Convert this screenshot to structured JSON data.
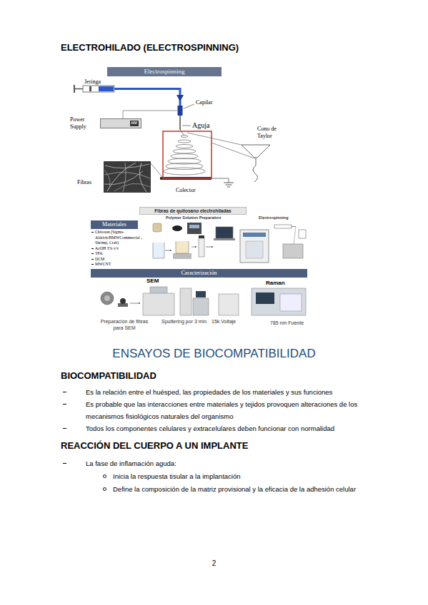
{
  "diagram": {
    "title": "ELECTROHILADO (ELECTROSPINNING)",
    "nodes": [
      {
        "text": [
          "Electrospinning"
        ]
      },
      {
        "text": [
          "HV"
        ]
      },
      {
        "text": [
          "Fibras de quitosano electrohiladas"
        ]
      },
      {
        "text": [
          "Materiales"
        ]
      },
      {
        "text": [
          "Caracterización"
        ]
      }
    ],
    "labels": [
      "Jeringa",
      "Capilar",
      "Aguja",
      "Cono de Taylor",
      "Power Supply",
      "Fibras",
      "Colector",
      "Polymer Solution Preparation",
      "Electrospinning",
      "Chitosan (Sigma-Aldrich/HMWCommercial , Shrimp, Crab)",
      "AcOH 3% v/v",
      "TFA",
      "DCM",
      "MWCNT",
      "SEM",
      "Raman",
      "Preparación de fibras para SEM",
      "Sputtering por 3 min",
      "15k Voltaje",
      "785 nm Fuente",
      "ENSAYOS DE BIOCOMPATIBILIDAD",
      "BIOCOMPATIBILIDAD",
      "Es la relación entre el huésped, las propiedades de los materiales y sus funciones",
      "Es probable que las interacciones entre materiales y tejidos provoquen alteraciones de los mecanismos fisiológicos naturales del organismo",
      "Todos los componentes celulares y extracelulares deben funcionar con normalidad",
      "REACCIÓN DEL CUERPO A UN IMPLANTE",
      "La fase de inflamación aguda:",
      "Inicia la respuesta tisular a la implantación",
      "Define la composición de la matriz provisional y la eficacia de la adhesión celular",
      "2"
    ]
  }
}
